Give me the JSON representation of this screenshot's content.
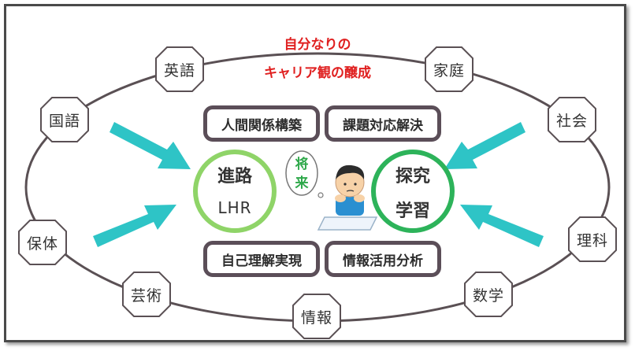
{
  "title": {
    "line1": "自分なりの",
    "line2": "キャリア観の醸成"
  },
  "subjects": {
    "english": "英語",
    "home_economics": "家庭",
    "japanese": "国語",
    "social_studies": "社会",
    "pe_health": "保体",
    "science": "理科",
    "arts": "芸術",
    "informatics": "情報",
    "mathematics": "数学"
  },
  "skills": {
    "relationships": "人間関係構築",
    "problem_solving": "課題対応解決",
    "self_understanding": "自己理解実現",
    "info_utilization": "情報活用分析"
  },
  "left_circle": {
    "line1": "進路",
    "line2": "LHR"
  },
  "right_circle": {
    "line1": "探究",
    "line2": "学習"
  },
  "thought_bubble": {
    "char1": "将",
    "char2": "来"
  },
  "colors": {
    "arrow": "#2ec4c6",
    "left_ring": "#8fd468",
    "right_ring": "#2db35a",
    "title": "#e02020",
    "box_border": "#5b4e58"
  }
}
